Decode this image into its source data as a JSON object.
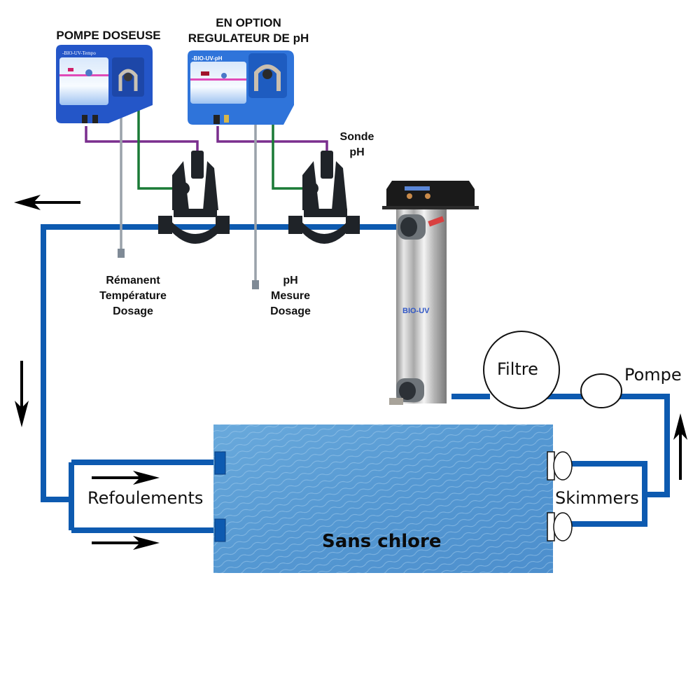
{
  "diagram": {
    "labels": {
      "dosing_pump_title": "POMPE DOSEUSE",
      "ph_regulator_title_line1": "EN OPTION",
      "ph_regulator_title_line2": "REGULATEUR DE pH",
      "ph_probe_line1": "Sonde",
      "ph_probe_line2": "pH",
      "dosing_probe_line1": "Rémanent",
      "dosing_probe_line2": "Température",
      "dosing_probe_line3": "Dosage",
      "ph_tube_line1": "pH",
      "ph_tube_line2": "Mesure",
      "ph_tube_line3": "Dosage",
      "filter": "Filtre",
      "pump": "Pompe",
      "returns": "Refoulements",
      "skimmers": "Skimmers",
      "pool": "Sans chlore"
    },
    "device_brands": {
      "dosing_pump": "BIO-UV Tempo",
      "ph_regulator": "BIO-UV pH",
      "uv_reactor": "BIO-UV"
    },
    "colors": {
      "pipe": "#0d5ab0",
      "signal_cable": "#7a2e8e",
      "dosing_tube": "#1a7a36",
      "suction_tube": "#9aa2aa",
      "pool_water": "#5b9fd6",
      "device_blue": "#2a66d4",
      "arrow": "#000000"
    }
  }
}
